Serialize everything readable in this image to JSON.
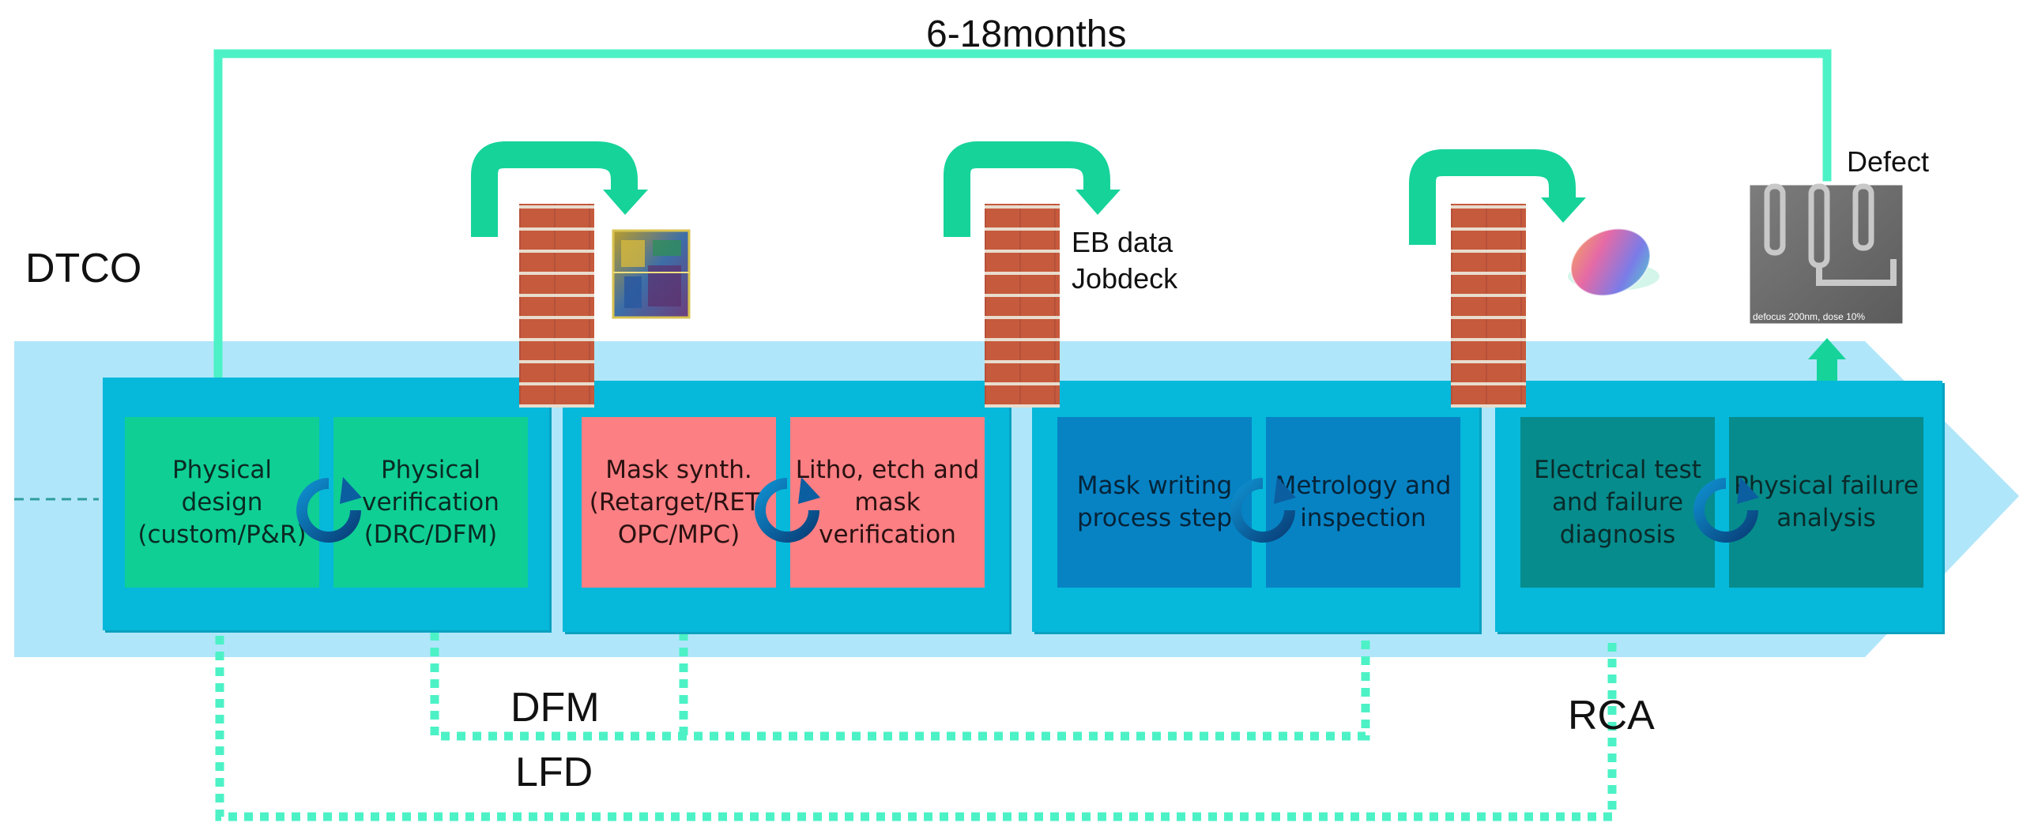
{
  "labels": {
    "cycle_time": "6-18months",
    "dtco": "DTCO",
    "dfm": "DFM",
    "lfd": "LFD",
    "rca": "RCA",
    "eb_data": "EB data",
    "jobdeck": "Jobdeck",
    "defect": "Defect",
    "sem_caption": "defocus 200nm, dose 10%"
  },
  "stages": [
    {
      "name": "design",
      "color": "#0fcf95",
      "steps": [
        "Physical\ndesign\n(custom/P&R)",
        "Physical\nverification\n(DRC/DFM)"
      ]
    },
    {
      "name": "mask-synthesis",
      "color": "#fb7f83",
      "steps": [
        "Mask synth.\n(Retarget/RET/\nOPC/MPC)",
        "Litho, etch and\nmask\nverification"
      ]
    },
    {
      "name": "mask-making",
      "color": "#0783c4",
      "steps": [
        "Mask writing\nprocess step",
        "Metrology and\ninspection"
      ]
    },
    {
      "name": "wafer-analysis",
      "color": "#068c8d",
      "steps": [
        "Electrical test\nand failure\ndiagnosis",
        "Physical failure\nanalysis"
      ]
    }
  ],
  "colors": {
    "feedback_loop": "#4cf2c6",
    "handoff_arrow": "#16d39a",
    "flow_band": "#b0e6fa",
    "group_box": "#06b8da",
    "brick": "#c65a3c"
  }
}
